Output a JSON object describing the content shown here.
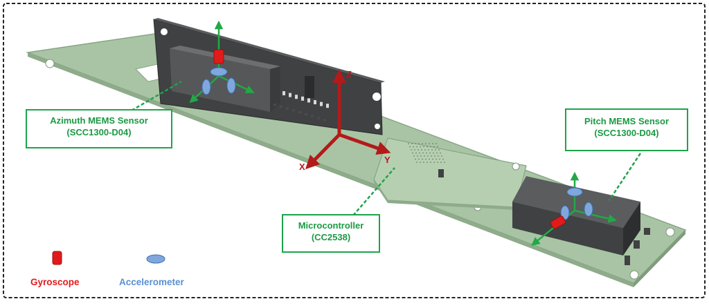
{
  "labels": {
    "azimuth": {
      "line1": "Azimuth MEMS Sensor",
      "line2": "(SCC1300-D04)"
    },
    "pitch": {
      "line1": "Pitch MEMS Sensor",
      "line2": "(SCC1300-D04)"
    },
    "micro": {
      "line1": "Microcontroller",
      "line2": "(CC2538)"
    }
  },
  "axes": {
    "x": "X",
    "y": "Y",
    "z": "Z"
  },
  "legend": {
    "gyroscope": "Gyroscope",
    "accelerometer": "Accelerometer"
  },
  "colors": {
    "board": "#a9c4a4",
    "board_edge": "#86a585",
    "component": "#3f4143",
    "label_green": "#1ea34a",
    "axis_red": "#b31a1a",
    "gyro_red": "#e01b1b",
    "accel_blue": "#7fa7dc"
  }
}
